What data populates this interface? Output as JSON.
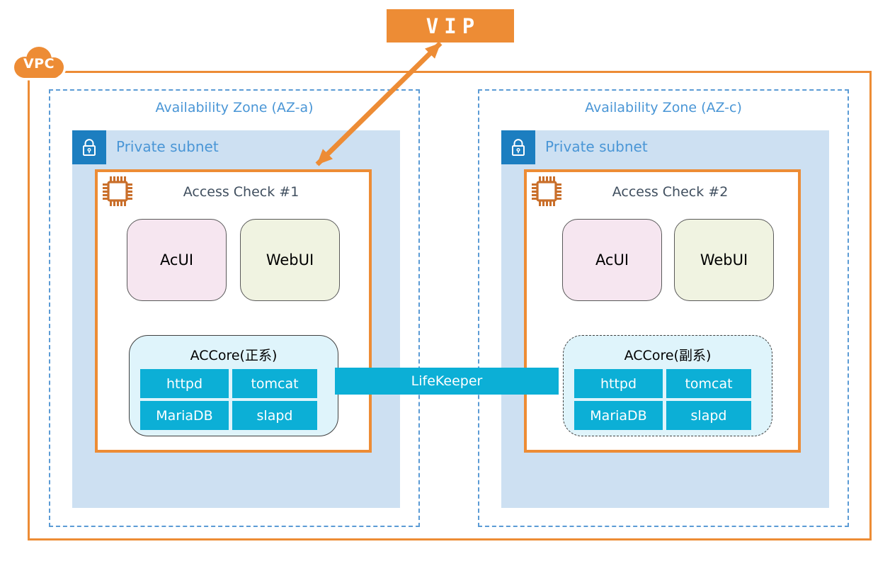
{
  "palette": {
    "orange": "#ED8C35",
    "chip_orange": "#C96F2B",
    "blue_dash": "#5B9BD5",
    "blue_text": "#4A96D6",
    "subnet_bg": "#CDE0F2",
    "lock_bg": "#1C7EC0",
    "pink": "#F6E6F0",
    "cream": "#F0F3E1",
    "core_bg": "#DFF4FB",
    "cyan": "#0CAFD6",
    "ink": "#404F5F",
    "module_border": "#595959"
  },
  "vip": {
    "label": "VIP"
  },
  "vpc": {
    "label": "VPC"
  },
  "connector": {
    "label": "LifeKeeper"
  },
  "zones": [
    {
      "title": "Availability Zone (AZ-a)",
      "subnet": {
        "label": "Private subnet"
      },
      "server": {
        "title": "Access Check #1",
        "modules": [
          {
            "label": "AcUI"
          },
          {
            "label": "WebUI"
          }
        ],
        "core": {
          "title": "ACCore(正系)",
          "border_style": "solid",
          "services": [
            "httpd",
            "tomcat",
            "MariaDB",
            "slapd"
          ]
        }
      }
    },
    {
      "title": "Availability Zone (AZ-c)",
      "subnet": {
        "label": "Private subnet"
      },
      "server": {
        "title": "Access Check #2",
        "modules": [
          {
            "label": "AcUI"
          },
          {
            "label": "WebUI"
          }
        ],
        "core": {
          "title": "ACCore(副系)",
          "border_style": "dashed",
          "services": [
            "httpd",
            "tomcat",
            "MariaDB",
            "slapd"
          ]
        }
      }
    }
  ]
}
